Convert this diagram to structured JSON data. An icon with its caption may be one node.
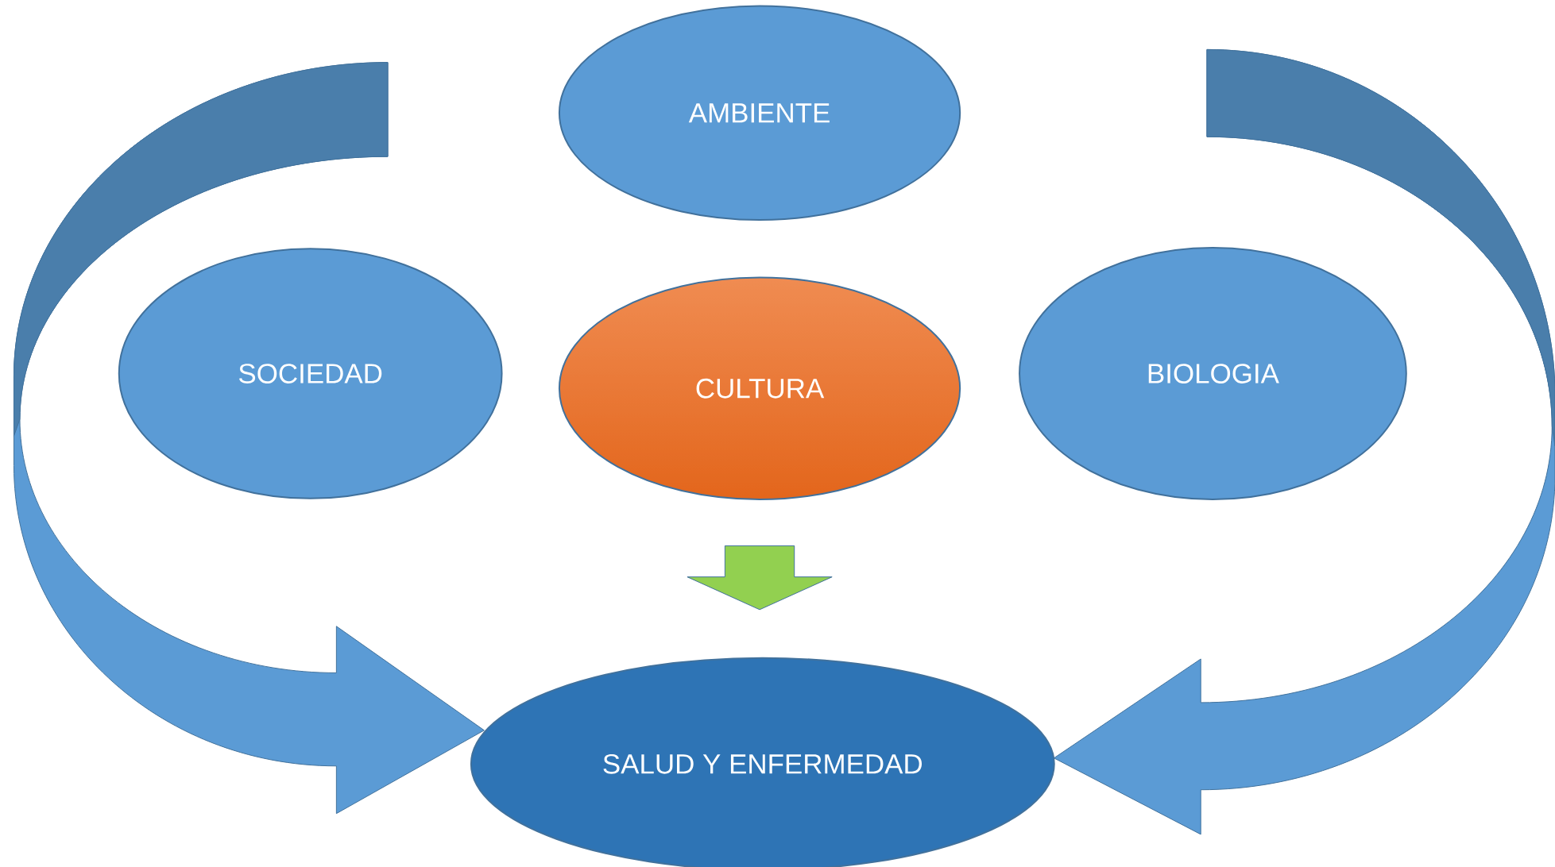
{
  "diagram": {
    "nodes": [
      {
        "text": [
          "AMBIENTE"
        ]
      },
      {
        "text": [
          "SOCIEDAD"
        ]
      },
      {
        "text": [
          "CULTURA"
        ]
      },
      {
        "text": [
          "BIOLOGIA"
        ]
      },
      {
        "text": [
          "SALUD Y ENFERMEDAD"
        ]
      }
    ],
    "edges": [
      {
        "from": 2,
        "to": 4,
        "arrow": "to",
        "color": "#92d050"
      },
      {
        "from": null,
        "to": 4,
        "arrow": "to"
      },
      {
        "from": null,
        "to": 4,
        "arrow": "to"
      }
    ]
  }
}
